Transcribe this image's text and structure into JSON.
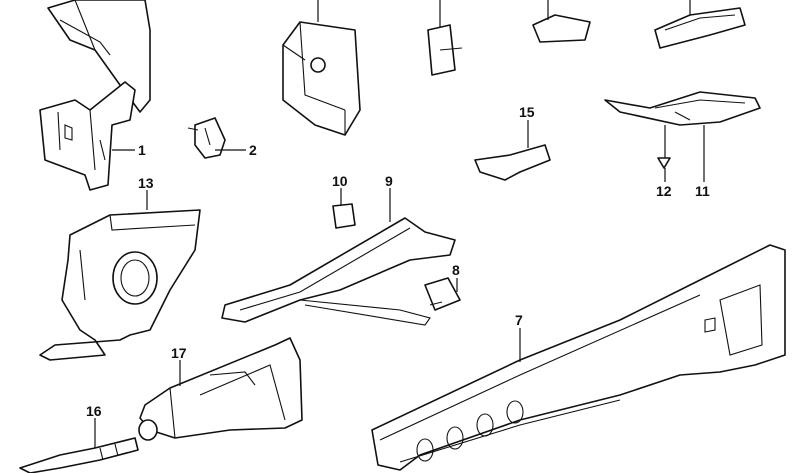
{
  "diagram": {
    "parts": [
      {
        "id": "1",
        "label": "1"
      },
      {
        "id": "2",
        "label": "2"
      },
      {
        "id": "13",
        "label": "13"
      },
      {
        "id": "10",
        "label": "10"
      },
      {
        "id": "9",
        "label": "9"
      },
      {
        "id": "8",
        "label": "8"
      },
      {
        "id": "15",
        "label": "15"
      },
      {
        "id": "12",
        "label": "12"
      },
      {
        "id": "11",
        "label": "11"
      },
      {
        "id": "7",
        "label": "7"
      },
      {
        "id": "17",
        "label": "17"
      },
      {
        "id": "16",
        "label": "16"
      }
    ]
  }
}
